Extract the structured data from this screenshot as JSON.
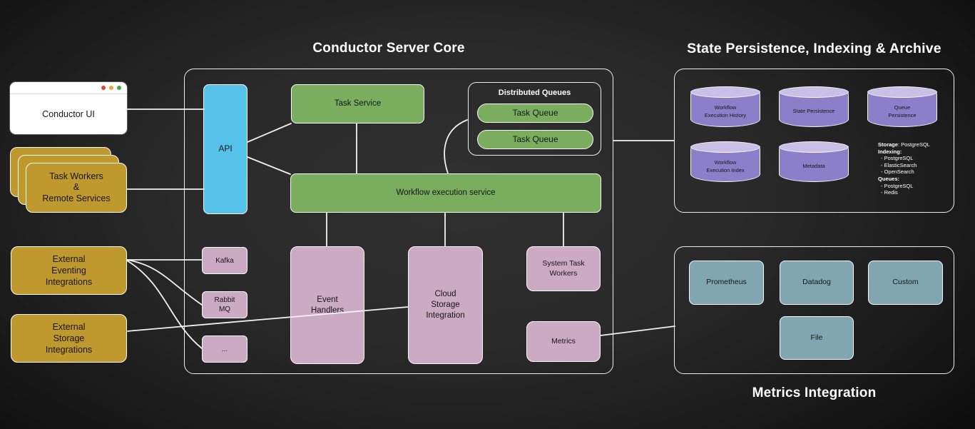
{
  "colors": {
    "blue": "#56c2e9",
    "green": "#7aad5e",
    "pink": "#cdaac4",
    "gold": "#bf992e",
    "purple": "#8c7fc9",
    "purple_top": "#c9c0e8",
    "teal": "#81a6b1",
    "line": "#f2f2f2",
    "frame_border": "#ededed",
    "node_border": "#fbfbfb",
    "window_bg": "#ffffff",
    "dot_red": "#e4423a",
    "dot_yellow": "#eda33e",
    "dot_green": "#3fa849",
    "text_dark": "#161616",
    "text_light": "#ffffff"
  },
  "titles": {
    "core": "Conductor Server Core",
    "persistence": "State Persistence, Indexing & Archive",
    "metrics": "Metrics Integration"
  },
  "external": {
    "conductor_ui": "Conductor UI",
    "task_workers": "Task Workers\n&\nRemote Services",
    "eventing": "External\nEventing\nIntegrations",
    "storage": "External\nStorage\nIntegrations"
  },
  "core": {
    "api": "API",
    "task_service": "Task Service",
    "distributed_queues": {
      "label": "Distributed Queues",
      "queues": [
        "Task Queue",
        "Task Queue"
      ]
    },
    "workflow_execution": "Workflow execution service",
    "kafka": "Kafka",
    "rabbitmq": "Rabbit\nMQ",
    "more": "...",
    "event_handlers": "Event\nHandlers",
    "cloud_storage": "Cloud\nStorage\nIntegration",
    "system_task_workers": "System Task\nWorkers",
    "metrics": "Metrics"
  },
  "persistence": {
    "cylinders": [
      "Workflow\nExecution History",
      "State Persistence",
      "Queue\nPersistence",
      "Workflow\nExecution Index",
      "Metadata"
    ],
    "notes": {
      "storage_label": "Storage",
      "storage_value": ": PostgreSQL",
      "indexing_label": "Indexing:",
      "indexing_items": [
        "- PostgreSQL",
        "- ElasticSearch",
        "- OpenSearch"
      ],
      "queues_label": "Queues:",
      "queues_items": [
        "- PostgreSQL",
        "- Redis"
      ]
    }
  },
  "metrics_integration": {
    "boxes": [
      "Prometheus",
      "Datadog",
      "Custom",
      "File"
    ]
  }
}
